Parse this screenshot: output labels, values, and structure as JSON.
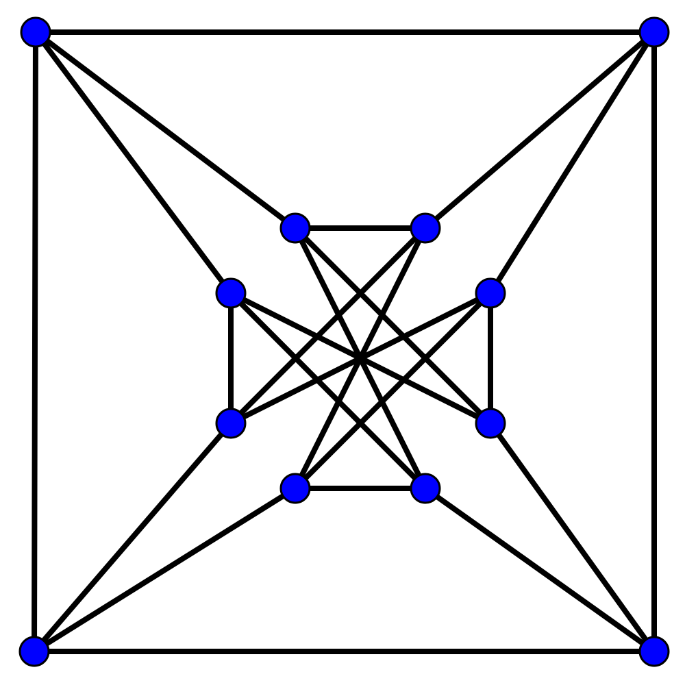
{
  "graph": {
    "node_color": "#0000ff",
    "node_outline_color": "#000000",
    "edge_color": "#000000",
    "node_count": 12,
    "edge_count": 24,
    "nodes": [
      {
        "id": "corner-top-left"
      },
      {
        "id": "corner-top-right"
      },
      {
        "id": "corner-bottom-left"
      },
      {
        "id": "corner-bottom-right"
      },
      {
        "id": "inner-top-left"
      },
      {
        "id": "inner-top-right"
      },
      {
        "id": "inner-left-top"
      },
      {
        "id": "inner-right-top"
      },
      {
        "id": "inner-left-bottom"
      },
      {
        "id": "inner-right-bottom"
      },
      {
        "id": "inner-bottom-left"
      },
      {
        "id": "inner-bottom-right"
      }
    ],
    "edges": [
      [
        "corner-top-left",
        "corner-top-right"
      ],
      [
        "corner-top-left",
        "corner-bottom-left"
      ],
      [
        "corner-top-right",
        "corner-bottom-right"
      ],
      [
        "corner-bottom-left",
        "corner-bottom-right"
      ],
      [
        "corner-top-left",
        "inner-top-left"
      ],
      [
        "corner-top-left",
        "inner-left-top"
      ],
      [
        "corner-top-right",
        "inner-top-right"
      ],
      [
        "corner-top-right",
        "inner-right-top"
      ],
      [
        "corner-bottom-left",
        "inner-left-bottom"
      ],
      [
        "corner-bottom-left",
        "inner-bottom-left"
      ],
      [
        "corner-bottom-right",
        "inner-right-bottom"
      ],
      [
        "corner-bottom-right",
        "inner-bottom-right"
      ],
      [
        "inner-top-left",
        "inner-top-right"
      ],
      [
        "inner-left-top",
        "inner-left-bottom"
      ],
      [
        "inner-right-top",
        "inner-right-bottom"
      ],
      [
        "inner-bottom-left",
        "inner-bottom-right"
      ],
      [
        "inner-top-left",
        "inner-bottom-right"
      ],
      [
        "inner-top-left",
        "inner-right-bottom"
      ],
      [
        "inner-top-right",
        "inner-bottom-left"
      ],
      [
        "inner-top-right",
        "inner-left-bottom"
      ],
      [
        "inner-left-top",
        "inner-right-bottom"
      ],
      [
        "inner-left-top",
        "inner-bottom-right"
      ],
      [
        "inner-right-top",
        "inner-left-bottom"
      ],
      [
        "inner-right-top",
        "inner-bottom-left"
      ]
    ]
  }
}
